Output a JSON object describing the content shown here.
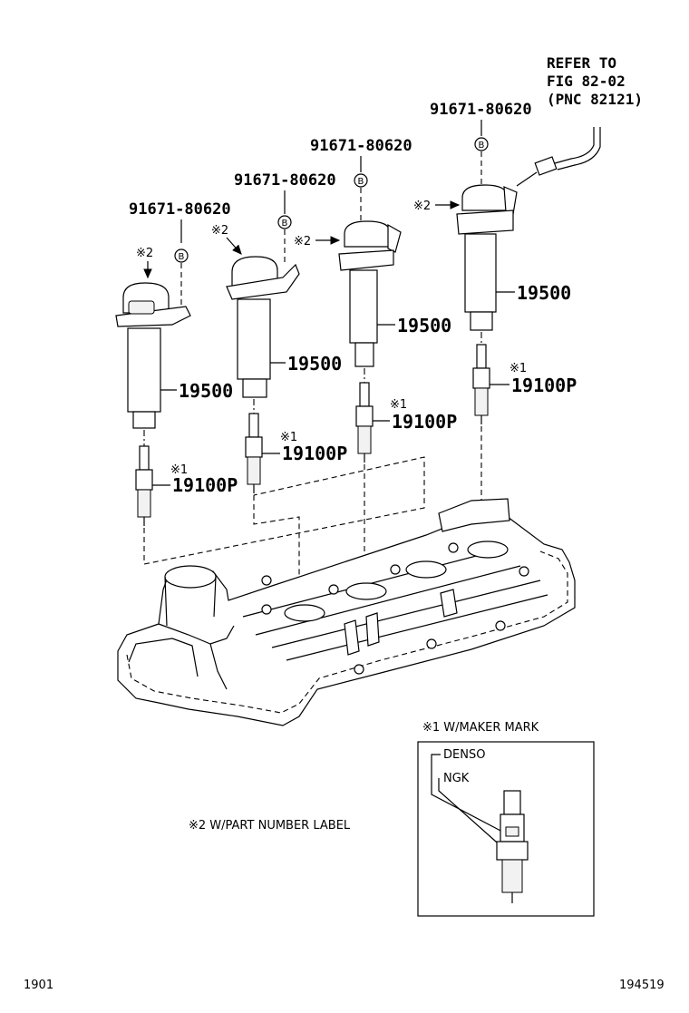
{
  "refer": {
    "line1": "REFER TO",
    "line2": "FIG 82-02",
    "line3": "(PNC 82121)"
  },
  "bolts": [
    {
      "part_number": "91671-80620",
      "marker": "B"
    },
    {
      "part_number": "91671-80620",
      "marker": "B"
    },
    {
      "part_number": "91671-80620",
      "marker": "B"
    },
    {
      "part_number": "91671-80620",
      "marker": "B"
    }
  ],
  "coils": [
    {
      "part_number": "19500",
      "note": "※2"
    },
    {
      "part_number": "19500",
      "note": "※2"
    },
    {
      "part_number": "19500",
      "note": "※2"
    },
    {
      "part_number": "19500",
      "note": "※2"
    }
  ],
  "plugs": [
    {
      "part_number": "19100P",
      "note": "※1"
    },
    {
      "part_number": "19100P",
      "note": "※1"
    },
    {
      "part_number": "19100P",
      "note": "※1"
    },
    {
      "part_number": "19100P",
      "note": "※1"
    }
  ],
  "notes": {
    "note1": "※1 W/MAKER MARK",
    "note2": "※2 W/PART NUMBER LABEL"
  },
  "maker_marks": {
    "denso": "DENSO",
    "ngk": "NGK"
  },
  "footer": {
    "left": "1901",
    "right": "194519"
  }
}
